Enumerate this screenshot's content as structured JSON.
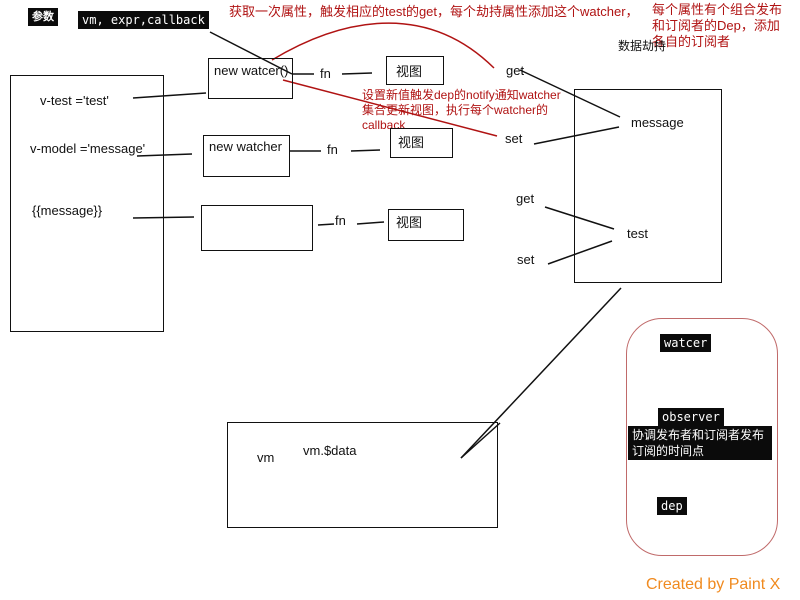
{
  "labels": {
    "params": "参数",
    "params_value": "vm, expr,callback",
    "top_note": "获取一次属性，触发相应的test的get，每个劫持属性添加这个watcher，",
    "right_note": "每个属性有个组合发布和订阅者的Dep，添加各自的订阅者",
    "data_hijack": "数据劫持",
    "set_note": "设置新值触发dep的notify通知watcher集合更新视图，执行每个watcher的callback"
  },
  "template_box": {
    "v_test": "v-test  ='test'",
    "v_model": "v-model ='message'",
    "mustache": "{{message}}"
  },
  "watchers": [
    {
      "label": "new watcer()",
      "fn": "fn",
      "view": "视图"
    },
    {
      "label": "new watcher",
      "fn": "fn",
      "view": "视图"
    },
    {
      "label": "",
      "fn": "fn",
      "view": "视图"
    }
  ],
  "observer_box": {
    "get1": "get",
    "set1": "set",
    "message": "message",
    "get2": "get",
    "set2": "set",
    "test": "test"
  },
  "vm_box": {
    "vm": "vm",
    "data": "vm.$data"
  },
  "legend": {
    "watcer": "watcer",
    "observer": "observer",
    "observer_desc": "协调发布者和订阅者发布订阅的时间点",
    "dep": "dep"
  },
  "credit": "Created by Paint X",
  "colors": {
    "annotation_red": "#b01313",
    "legend_border": "#c06a6a",
    "credit_orange": "#f08a1f",
    "label_bg": "#0b0b0b"
  }
}
